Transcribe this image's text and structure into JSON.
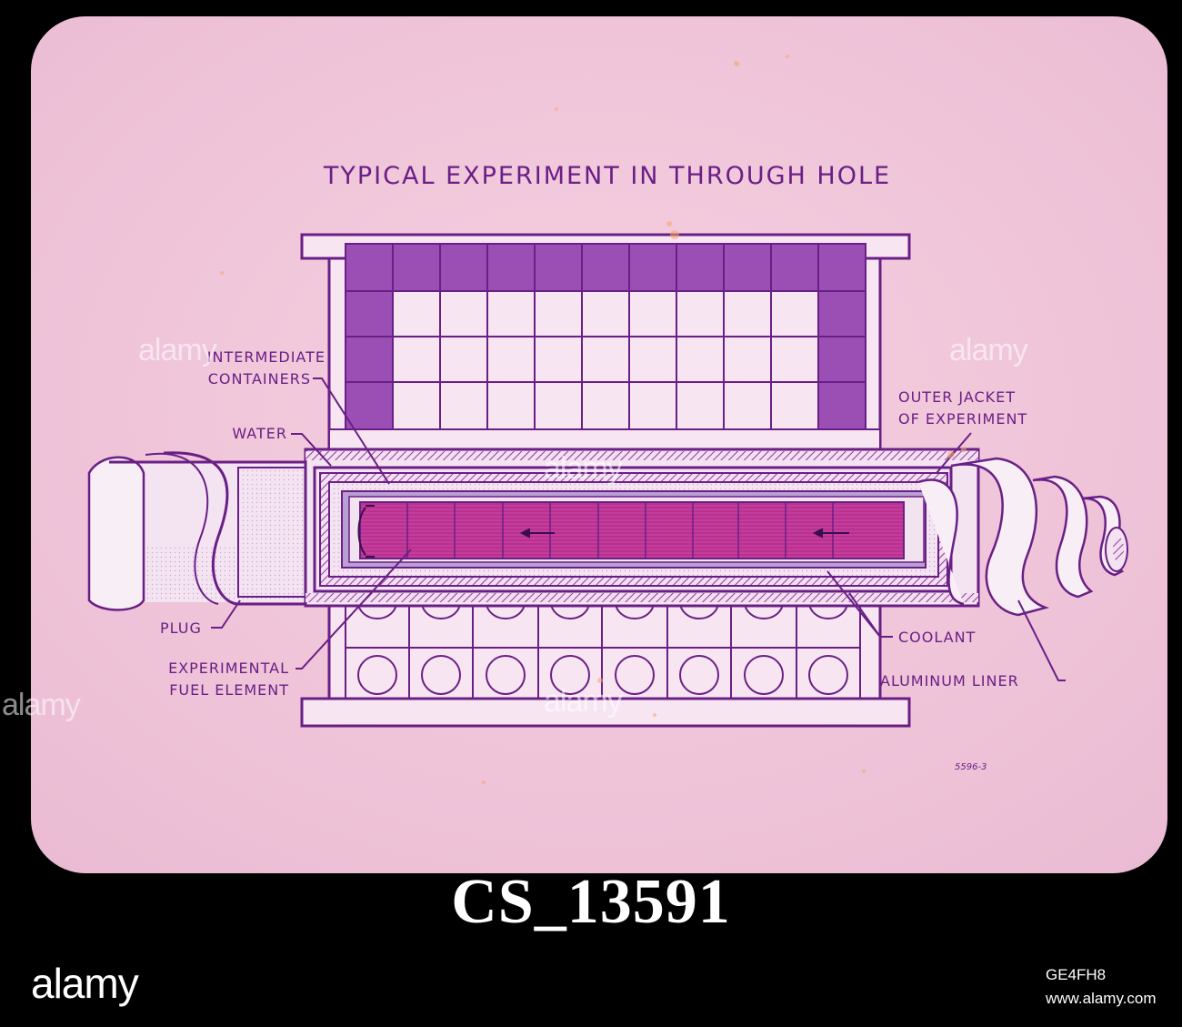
{
  "diagram": {
    "title": "TYPICAL EXPERIMENT IN THROUGH HOLE",
    "labels": {
      "intermediate_1": "INTERMEDIATE",
      "intermediate_2": "CONTAINERS",
      "water": "WATER",
      "outer_jacket_1": "OUTER JACKET",
      "outer_jacket_2": "OF EXPERIMENT",
      "plug": "PLUG",
      "experimental_1": "EXPERIMENTAL",
      "experimental_2": "FUEL ELEMENT",
      "coolant": "COOLANT",
      "aluminum_liner": "ALUMINUM LINER"
    },
    "drawing_number": "5596-3"
  },
  "caption": "CS_13591",
  "branding": {
    "logo_text": "alamy",
    "image_id": "GE4FH8",
    "site": "www.alamy.com",
    "watermark": "alamy"
  },
  "colors": {
    "slide_background": "#f2c9dc",
    "ink": "#6a1f86",
    "purple_fill": "#9b4fb5",
    "fuel_magenta": "#c63c9c",
    "canvas": "#000000"
  }
}
